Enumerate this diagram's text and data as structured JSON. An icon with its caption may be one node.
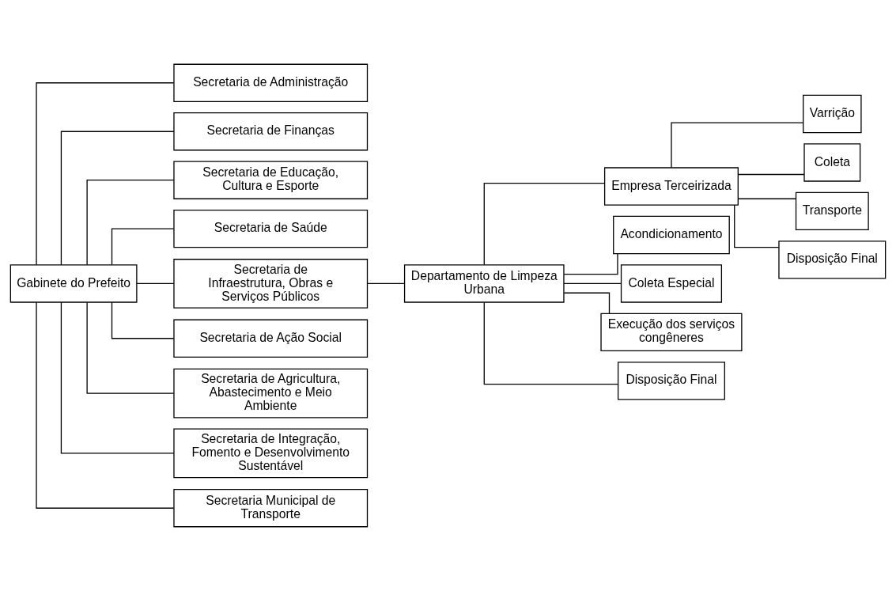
{
  "diagram": {
    "nodes": [
      {
        "text": [
          "Gabinete do Prefeito"
        ]
      },
      {
        "text": [
          "Secretaria de Administração"
        ]
      },
      {
        "text": [
          "Secretaria de Finanças"
        ]
      },
      {
        "text": [
          "Secretaria de Educação, Cultura e Esporte"
        ]
      },
      {
        "text": [
          "Secretaria de Saúde"
        ]
      },
      {
        "text": [
          "Secretaria de Infraestrutura, Obras e Serviços Públicos"
        ]
      },
      {
        "text": [
          "Secretaria de Ação Social"
        ]
      },
      {
        "text": [
          "Secretaria de Agricultura, Abastecimento e Meio Ambiente"
        ]
      },
      {
        "text": [
          "Secretaria de Integração, Fomento e Desenvolvimento Sustentável"
        ]
      },
      {
        "text": [
          "Secretaria Municipal de Transporte"
        ]
      },
      {
        "text": [
          "Departamento de Limpeza Urbana"
        ]
      },
      {
        "text": [
          "Empresa Terceirizada"
        ]
      },
      {
        "text": [
          "Acondicionamento"
        ]
      },
      {
        "text": [
          "Coleta Especial"
        ]
      },
      {
        "text": [
          "Execução dos serviços congêneres"
        ]
      },
      {
        "text": [
          "Disposição Final"
        ]
      },
      {
        "text": [
          "Varrição"
        ]
      },
      {
        "text": [
          "Coleta"
        ]
      },
      {
        "text": [
          "Transporte"
        ]
      },
      {
        "text": [
          "Disposição Final"
        ]
      }
    ],
    "edges": [
      {
        "from": 0,
        "to": 1,
        "arrow": "none"
      },
      {
        "from": 0,
        "to": 2,
        "arrow": "none"
      },
      {
        "from": 0,
        "to": 3,
        "arrow": "none"
      },
      {
        "from": 0,
        "to": 4,
        "arrow": "none"
      },
      {
        "from": 0,
        "to": 5,
        "arrow": "none"
      },
      {
        "from": 0,
        "to": 6,
        "arrow": "none"
      },
      {
        "from": 0,
        "to": 7,
        "arrow": "none"
      },
      {
        "from": 0,
        "to": 8,
        "arrow": "none"
      },
      {
        "from": 0,
        "to": 9,
        "arrow": "none"
      },
      {
        "from": 5,
        "to": 10,
        "arrow": "none"
      },
      {
        "from": 10,
        "to": 11,
        "arrow": "none"
      },
      {
        "from": 10,
        "to": 12,
        "arrow": "none"
      },
      {
        "from": 10,
        "to": 13,
        "arrow": "none"
      },
      {
        "from": 10,
        "to": 14,
        "arrow": "none"
      },
      {
        "from": 10,
        "to": 15,
        "arrow": "none"
      },
      {
        "from": 11,
        "to": 16,
        "arrow": "none"
      },
      {
        "from": 11,
        "to": 17,
        "arrow": "none"
      },
      {
        "from": 11,
        "to": 18,
        "arrow": "none"
      },
      {
        "from": 11,
        "to": 19,
        "arrow": "none"
      }
    ]
  }
}
